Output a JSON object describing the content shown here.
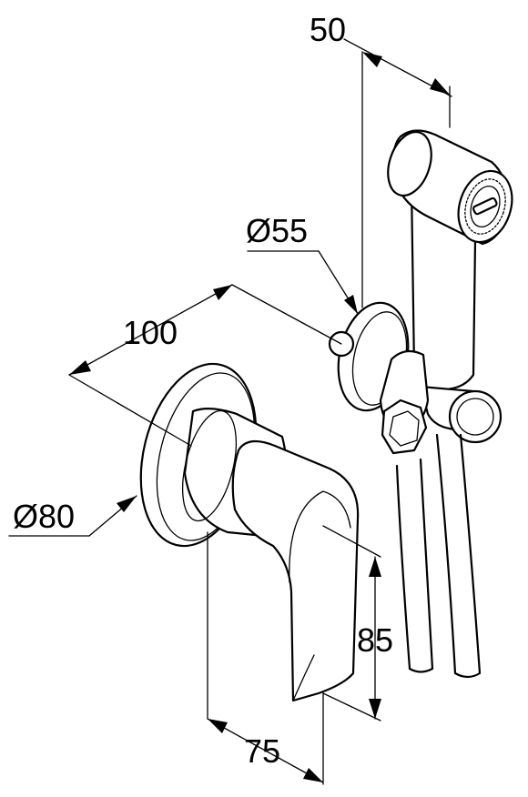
{
  "dimensions": {
    "shower_head_width": "50",
    "wall_outlet_diameter": "Ø55",
    "mixer_depth": "100",
    "rosette_diameter": "Ø80",
    "handle_height": "85",
    "handle_projection": "75"
  }
}
